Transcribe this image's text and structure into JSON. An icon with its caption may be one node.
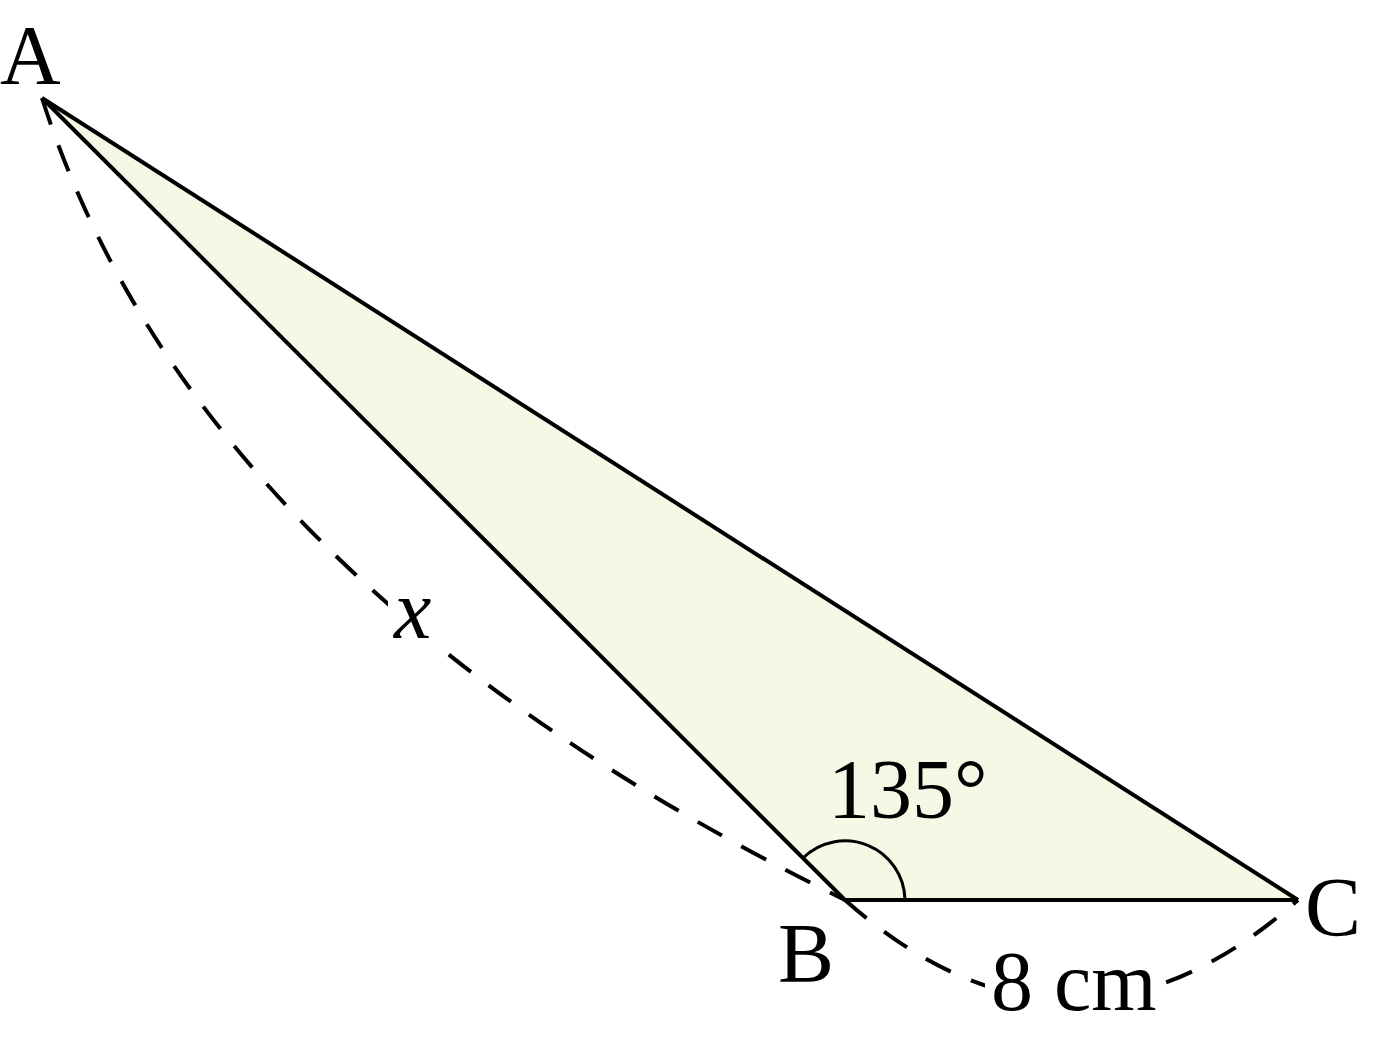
{
  "diagram": {
    "nodes": [
      {
        "text": [
          "A"
        ]
      },
      {
        "text": [
          "B"
        ]
      },
      {
        "text": [
          "C"
        ]
      }
    ],
    "edges": [
      {
        "from": 0,
        "to": 1,
        "arrow": "none"
      },
      {
        "from": 1,
        "to": 2,
        "arrow": "none"
      },
      {
        "from": 2,
        "to": 0,
        "arrow": "none"
      }
    ],
    "labels": [
      "x",
      "135°",
      "8 cm"
    ]
  }
}
